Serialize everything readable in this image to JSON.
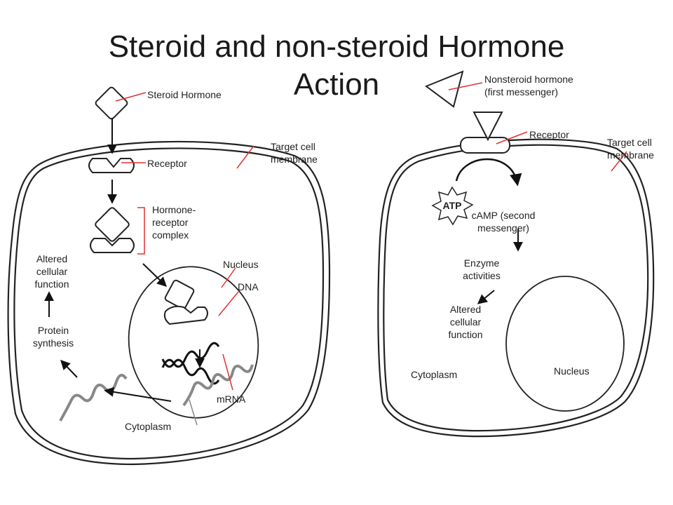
{
  "title": {
    "line1": "Steroid and non-steroid Hormone",
    "line2": "Action"
  },
  "left_diagram": {
    "steroid_hormone": "Steroid Hormone",
    "receptor": "Receptor",
    "target_cell_membrane": "Target cell\nmembrane",
    "hormone_receptor_complex": "Hormone-\nreceptor\ncomplex",
    "nucleus": "Nucleus",
    "dna": "DNA",
    "altered_cellular_function": "Altered\ncellular\nfunction",
    "protein_synthesis": "Protein\nsynthesis",
    "mrna": "mRNA",
    "cytoplasm": "Cytoplasm"
  },
  "right_diagram": {
    "nonsteroid_hormone": "Nonsteroid hormone\n(first messenger)",
    "receptor": "Receptor",
    "target_cell_membrane": "Target cell\nmembrane",
    "atp": "ATP",
    "camp": "cAMP (second\nmessenger)",
    "enzyme_activities": "Enzyme\nactivities",
    "altered_cellular_function": "Altered\ncellular\nfunction",
    "cytoplasm": "Cytoplasm",
    "nucleus": "Nucleus"
  },
  "colors": {
    "leader_line": "#e23030",
    "outline": "#222222",
    "wave": "#888888"
  }
}
